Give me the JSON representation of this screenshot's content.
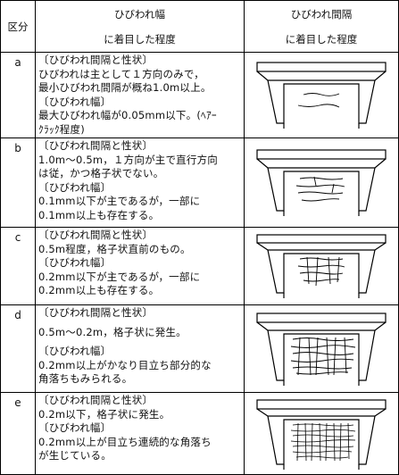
{
  "header": {
    "col_grade": "区分",
    "col_width_line1": "ひびわれ幅",
    "col_width_line2": "に着目した程度",
    "col_spacing_line1": "ひびわれ間隔",
    "col_spacing_line2": "に着目した程度"
  },
  "rows": [
    {
      "grade": "a",
      "lines": [
        "〔ひびわれ間隔と性状〕",
        "ひびわれは主として１方向のみで，",
        "最小ひびわれ間隔が概ね1.0m以上。",
        "〔ひびわれ幅〕",
        "最大ひびわれ幅が0.05mm以下。(ﾍｱｰ",
        "ｸﾗｯｸ程度)"
      ]
    },
    {
      "grade": "b",
      "lines": [
        "〔ひびわれ間隔と性状〕",
        "1.0m～0.5m，１方向が主で直行方向",
        "は従，かつ格子状でない。",
        "〔ひびわれ幅〕",
        "0.1mm以下が主であるが，一部に",
        "0.1mm以上も存在する。"
      ]
    },
    {
      "grade": "c",
      "lines": [
        "〔ひびわれ間隔と性状〕",
        "0.5m程度，格子状直前のもの。",
        "〔ひびわれ幅〕",
        "0.2mm以下が主であるが，一部に",
        "0.2mm以上も存在する。"
      ]
    },
    {
      "grade": "d",
      "lines": [
        "〔ひびわれ間隔と性状〕",
        "",
        "0.5m～0.2m，格子状に発生。",
        "",
        "〔ひびわれ幅〕",
        "0.2mm以上がかなり目立ち部分的な",
        "角落ちもみられる。"
      ]
    },
    {
      "grade": "e",
      "lines": [
        "〔ひびわれ間隔と性状〕",
        "0.2m以下，格子状に発生。",
        "〔ひびわれ幅〕",
        "0.2mm以上が目立ち連続的な角落ち",
        "が生じている。"
      ]
    }
  ]
}
